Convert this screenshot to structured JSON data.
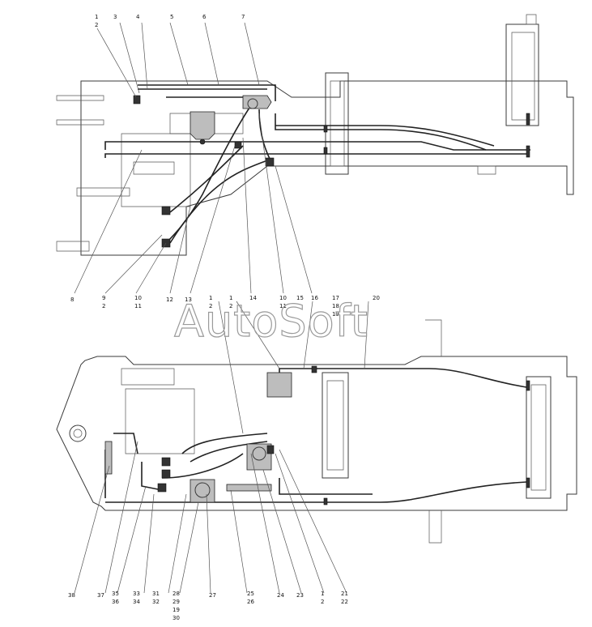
{
  "watermark": "AutoSoft",
  "callouts_top": [
    "1",
    "2",
    "3",
    "4",
    "5",
    "6",
    "7",
    "8",
    "9",
    "2",
    "10",
    "11",
    "12",
    "13",
    "14",
    "10",
    "11",
    "15",
    "16",
    "17",
    "18",
    "19",
    "20",
    "1",
    "2",
    "1",
    "2"
  ],
  "callouts_bottom": [
    "38",
    "37",
    "35",
    "36",
    "33",
    "34",
    "31",
    "32",
    "28",
    "29",
    "19",
    "30",
    "27",
    "25",
    "26",
    "24",
    "23",
    "1",
    "2",
    "21",
    "22"
  ]
}
